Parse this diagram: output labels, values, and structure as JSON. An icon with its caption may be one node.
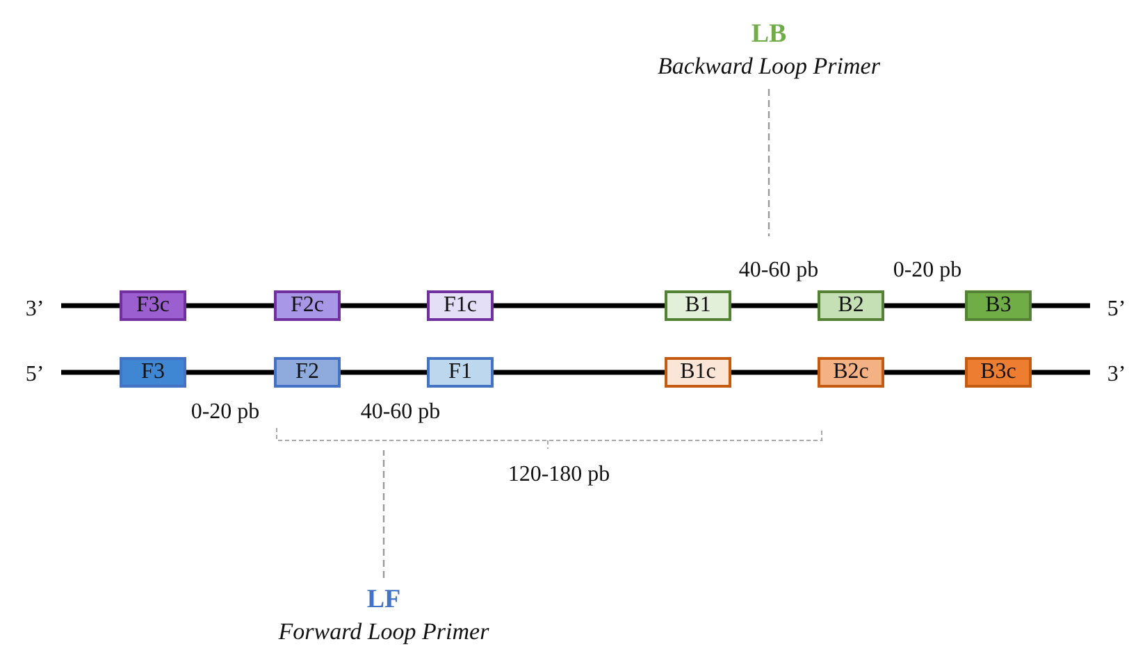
{
  "diagram": {
    "nodes": [
      {
        "text": [
          "LB",
          "Backward Loop Primer"
        ]
      },
      {
        "text": [
          "F3c"
        ]
      },
      {
        "text": [
          "F2c"
        ]
      },
      {
        "text": [
          "F1c"
        ]
      },
      {
        "text": [
          "B1"
        ]
      },
      {
        "text": [
          "B2"
        ]
      },
      {
        "text": [
          "B3"
        ]
      },
      {
        "text": [
          "F3"
        ]
      },
      {
        "text": [
          "F2"
        ]
      },
      {
        "text": [
          "F1"
        ]
      },
      {
        "text": [
          "B1c"
        ]
      },
      {
        "text": [
          "B2c"
        ]
      },
      {
        "text": [
          "B3c"
        ]
      },
      {
        "text": [
          "LF",
          "Forward Loop Primer"
        ]
      },
      {
        "text": [],
        "shape": "bracket"
      }
    ],
    "edges": [
      {
        "from": 0,
        "to": null,
        "arrow": "none",
        "style": "dashed"
      },
      {
        "from": 13,
        "to": 14,
        "arrow": "none",
        "style": "dashed"
      }
    ],
    "labels": [
      "40-60 pb",
      "0-20 pb",
      "3’",
      "5’",
      "5’",
      "3’",
      "0-20 pb",
      "40-60 pb",
      "120-180 pb"
    ]
  }
}
